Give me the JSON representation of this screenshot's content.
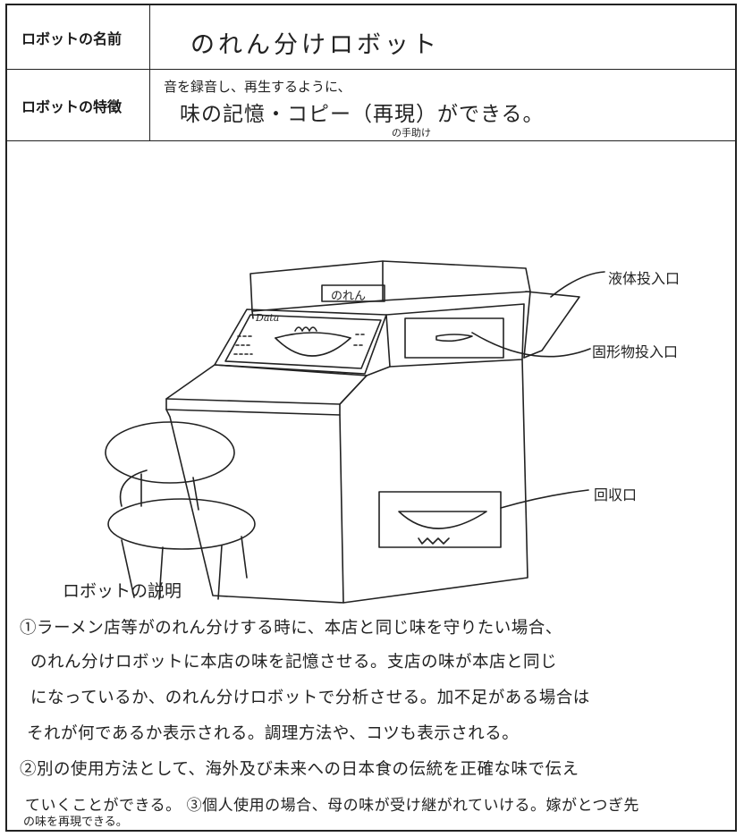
{
  "form": {
    "name_label": "ロボットの名前",
    "name_value": "のれん分けロボット",
    "feature_label": "ロボットの特徴",
    "feature_note": "音を録音し、再生するように、",
    "feature_main": "味の記憶・コピー（再現）ができる。",
    "feature_sub": "の手助け"
  },
  "drawing": {
    "sign_text": "のれん",
    "screen_text": "Data",
    "callouts": {
      "liquid": "液体投入口",
      "solid": "固形物投入口",
      "collect": "回収口"
    }
  },
  "description": {
    "heading": "ロボットの説明",
    "lines": [
      "①ラーメン店等がのれん分けする時に、本店と同じ味を守りたい場合、",
      "のれん分けロボットに本店の味を記憶させる。支店の味が本店と同じ",
      "になっているか、のれん分けロボットで分析させる。加不足がある場合は",
      "それが何であるか表示される。調理方法や、コツも表示される。",
      "②別の使用方法として、海外及び未来への日本食の伝統を正確な味で伝え",
      "ていくことができる。 ③個人使用の場合、母の味が受け継がれていける。嫁がとつぎ先",
      "の味を再現できる。"
    ]
  }
}
